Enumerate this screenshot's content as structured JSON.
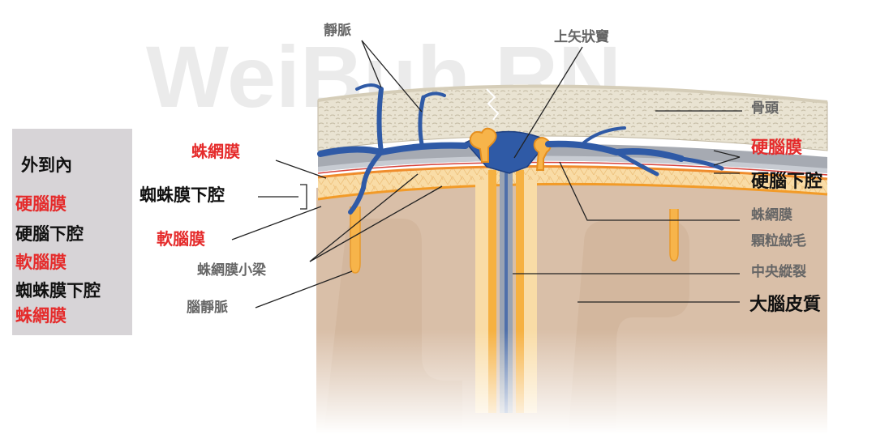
{
  "watermark": "WeiBuh RN",
  "labels": {
    "vein": "靜脈",
    "superior_sagittal_sinus": "上矢狀竇",
    "bone": "骨頭",
    "dura_mater": "硬腦膜",
    "subdural_space": "硬腦下腔",
    "arachnoid_granulation_line1": "蛛網膜",
    "arachnoid_granulation_line2": "顆粒絨毛",
    "longitudinal_fissure": "中央縱裂",
    "cerebral_cortex": "大腦皮質",
    "arachnoid_mater": "蛛網膜",
    "subarachnoid_space": "蜘蛛膜下腔",
    "pia_mater": "軟腦膜",
    "arachnoid_trabeculae": "蛛網膜小梁",
    "cerebral_vein": "腦靜脈"
  },
  "order_box": {
    "title": "外到內",
    "items": [
      "硬腦膜",
      "硬腦下腔",
      "軟腦膜",
      "蜘蛛膜下腔",
      "蛛網膜"
    ]
  },
  "colors": {
    "label_red": "#e52b2b",
    "label_gray": "#666666",
    "vein_blue": "#2f5aa6",
    "membrane_orange": "#f4a93a",
    "cortex_tan": "#d8bea6",
    "bone_beige": "#e8e2d0",
    "box_gray": "#d7d4d7"
  }
}
